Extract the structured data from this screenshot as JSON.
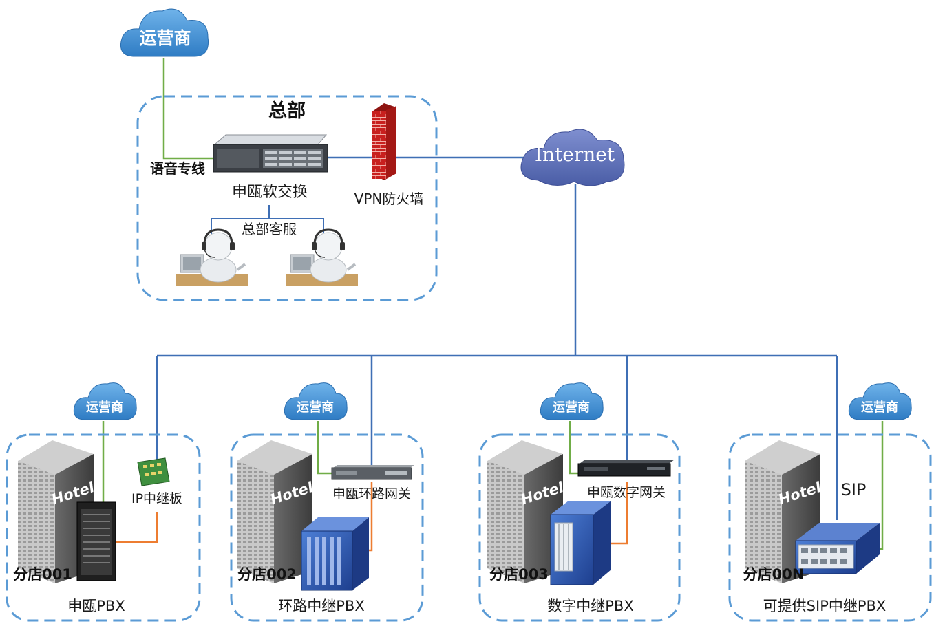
{
  "carrier_label": "运营商",
  "internet_label": "Internet",
  "headquarters": {
    "title": "总部",
    "voice_line_label": "语音专线",
    "softswitch_label": "申瓯软交换",
    "firewall_label": "VPN防火墙",
    "agents_label": "总部客服"
  },
  "branches": [
    {
      "name": "分店001",
      "device_label": "IP中继板",
      "pbx_label": "申瓯PBX"
    },
    {
      "name": "分店002",
      "device_label": "申瓯环路网关",
      "pbx_label": "环路中继PBX"
    },
    {
      "name": "分店003",
      "device_label": "申瓯数字网关",
      "pbx_label": "数字中继PBX"
    },
    {
      "name": "分店00N",
      "device_label": "SIP",
      "pbx_label": "可提供SIP中继PBX"
    }
  ],
  "hotel_sign": "Hotel",
  "colors": {
    "cloud_blue": "#3d8fd6",
    "internet_cloud": "#5a6fb5",
    "dashed_border": "#5b9bd5",
    "net_line": "#3f6fb5",
    "voice_line": "#70ad47",
    "trunk_line": "#ed7d31"
  }
}
